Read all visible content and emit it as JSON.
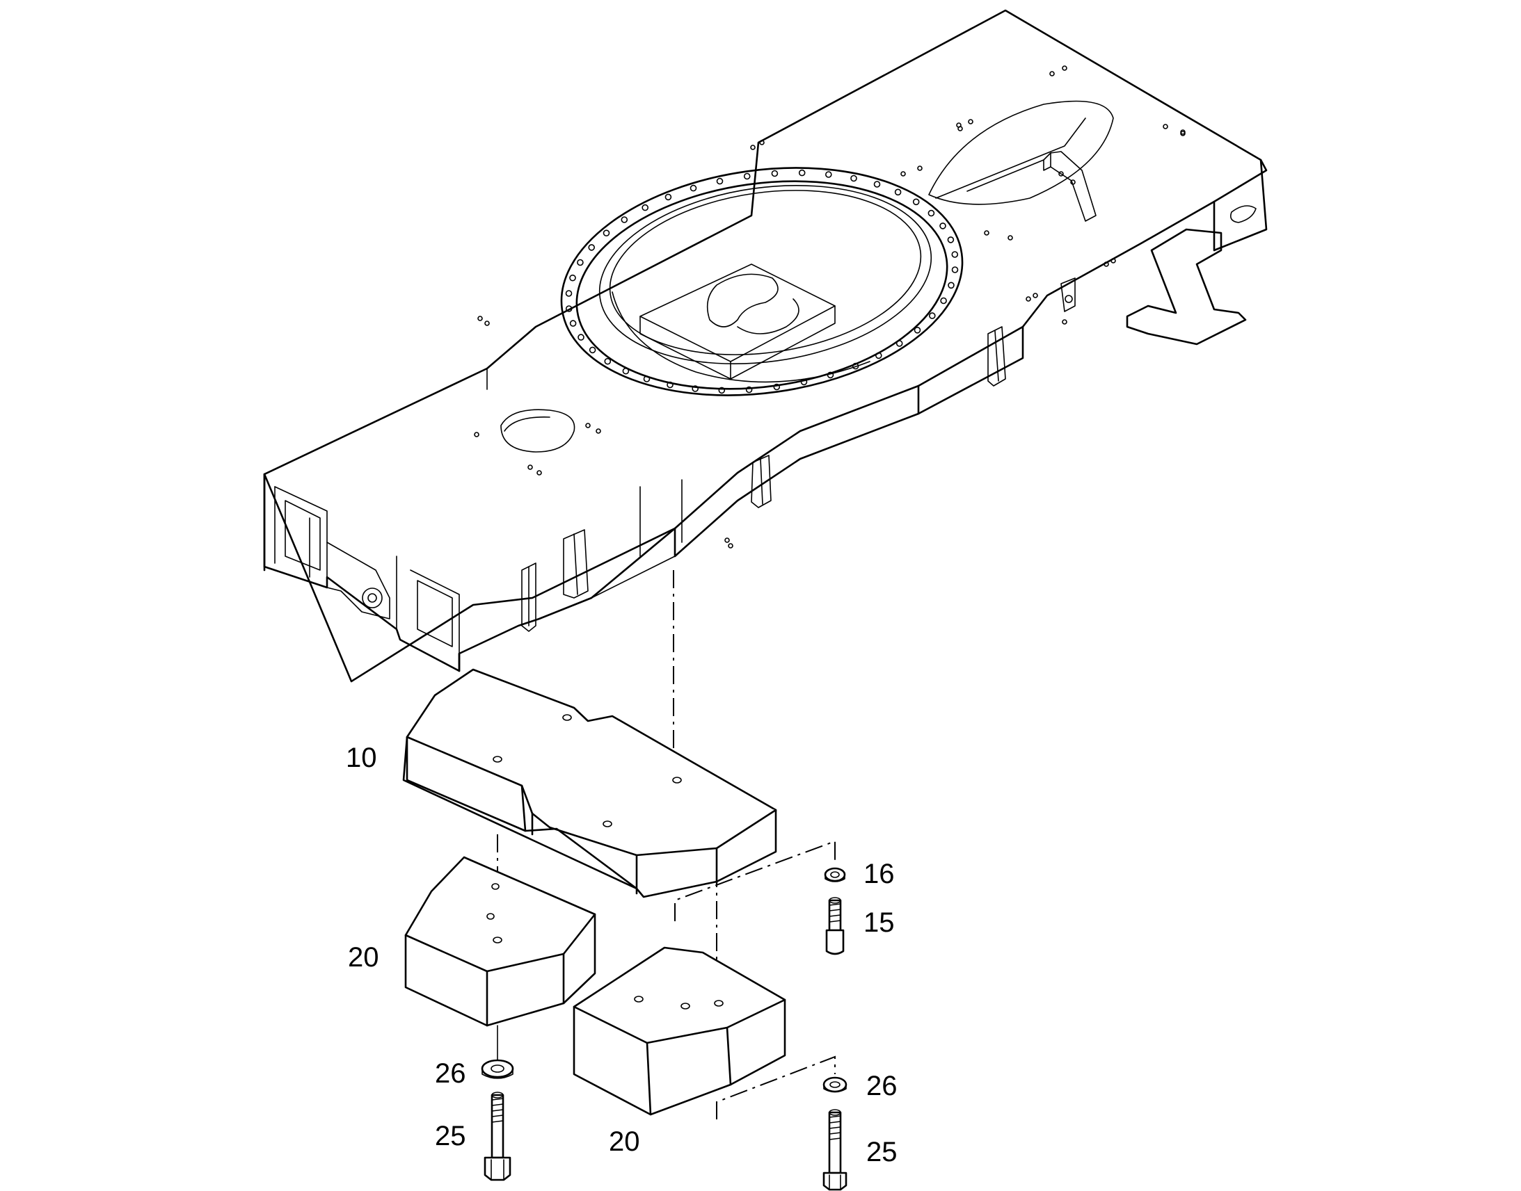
{
  "callouts": {
    "item_10": "10",
    "item_20_left": "20",
    "item_20_right": "20",
    "item_16": "16",
    "item_15": "15",
    "item_26_left": "26",
    "item_25_left": "25",
    "item_26_right": "26",
    "item_25_right": "25"
  }
}
